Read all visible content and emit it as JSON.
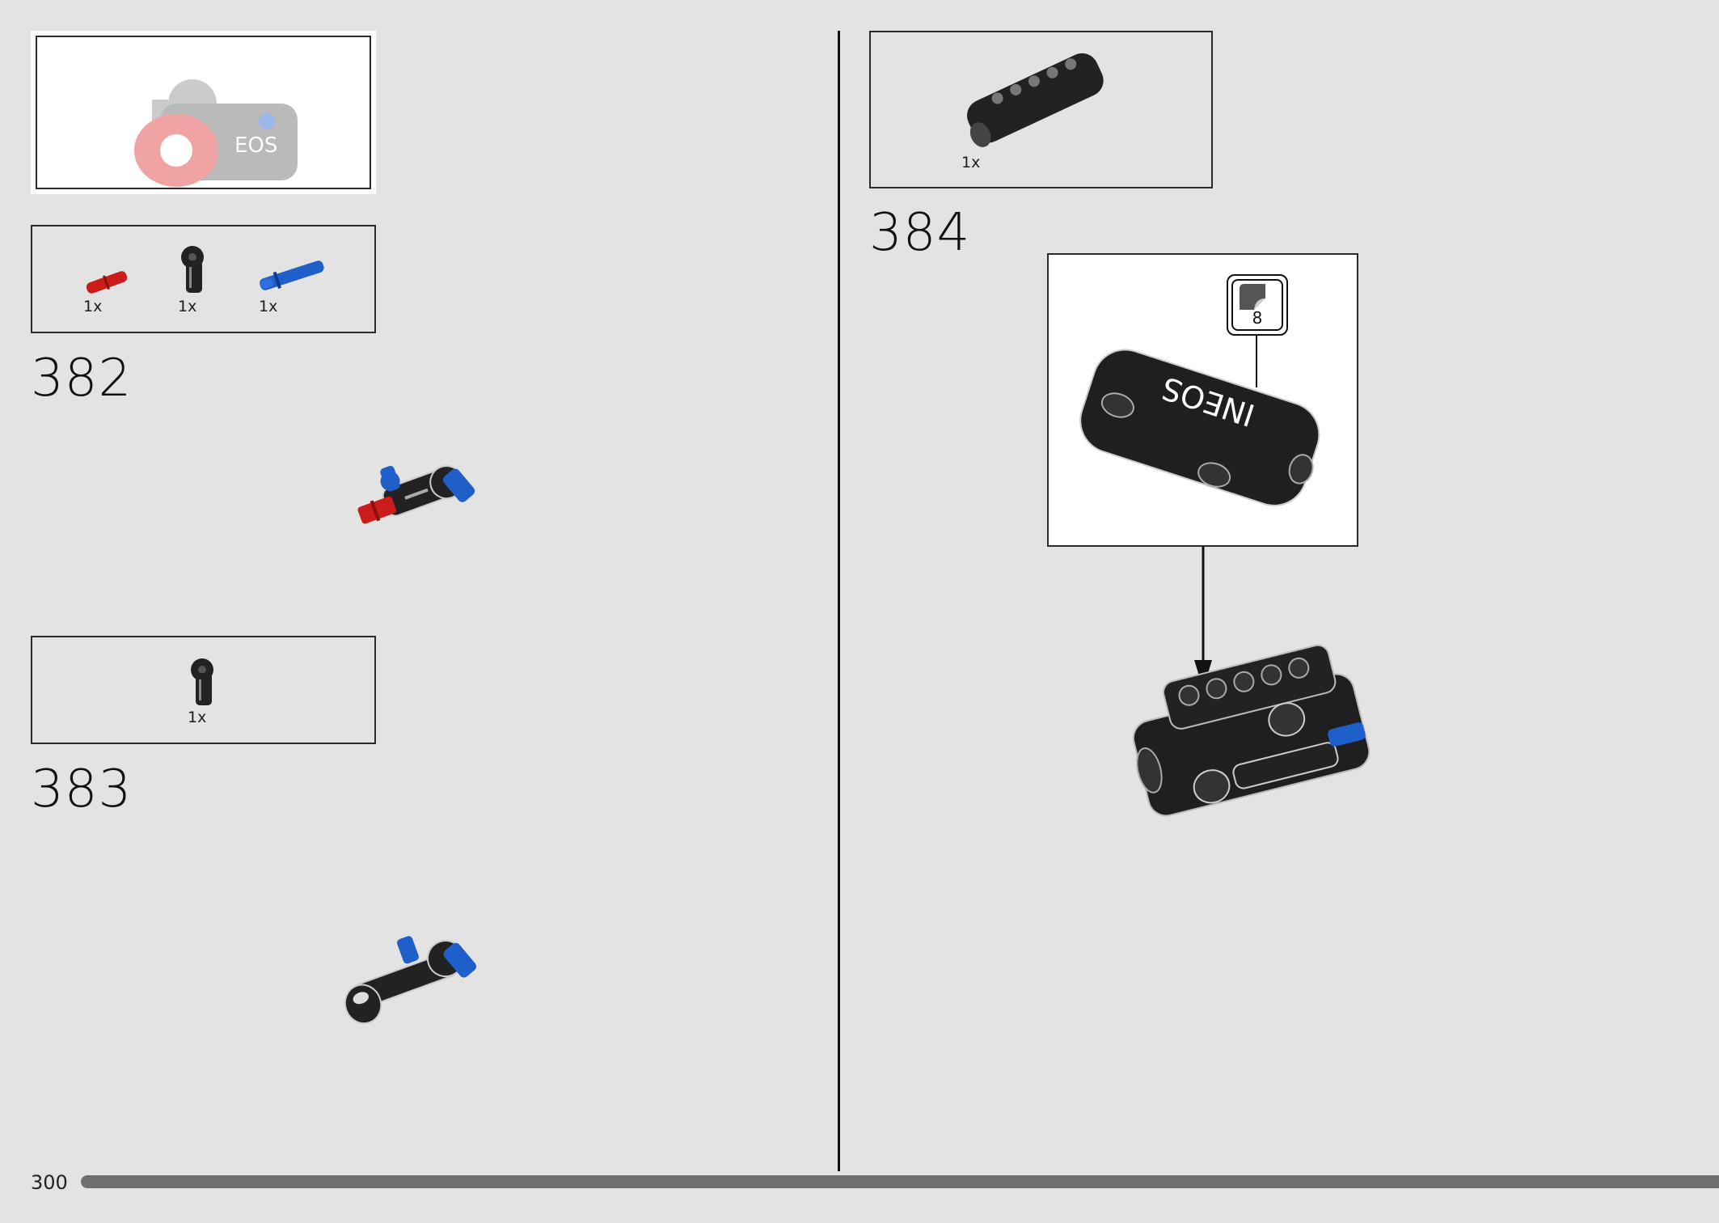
{
  "page": {
    "number": "300",
    "progress_percent": 100
  },
  "submodel_preview": {
    "logo_text": "EOS"
  },
  "steps": [
    {
      "number": "382",
      "parts": [
        {
          "qty": "1x",
          "part": "red-axle-pin"
        },
        {
          "qty": "1x",
          "part": "black-axle-connector"
        },
        {
          "qty": "1x",
          "part": "blue-axle-pin"
        }
      ]
    },
    {
      "number": "383",
      "parts": [
        {
          "qty": "1x",
          "part": "black-axle-connector"
        }
      ]
    },
    {
      "number": "384",
      "parts": [
        {
          "qty": "1x",
          "part": "black-panel"
        }
      ],
      "sticker_number": "8",
      "sticker_text": "INEOS"
    }
  ],
  "colors": {
    "background": "#e3e3e3",
    "brick_black": "#222222",
    "brick_red": "#cc1b1b",
    "brick_blue": "#1f5fc9"
  }
}
